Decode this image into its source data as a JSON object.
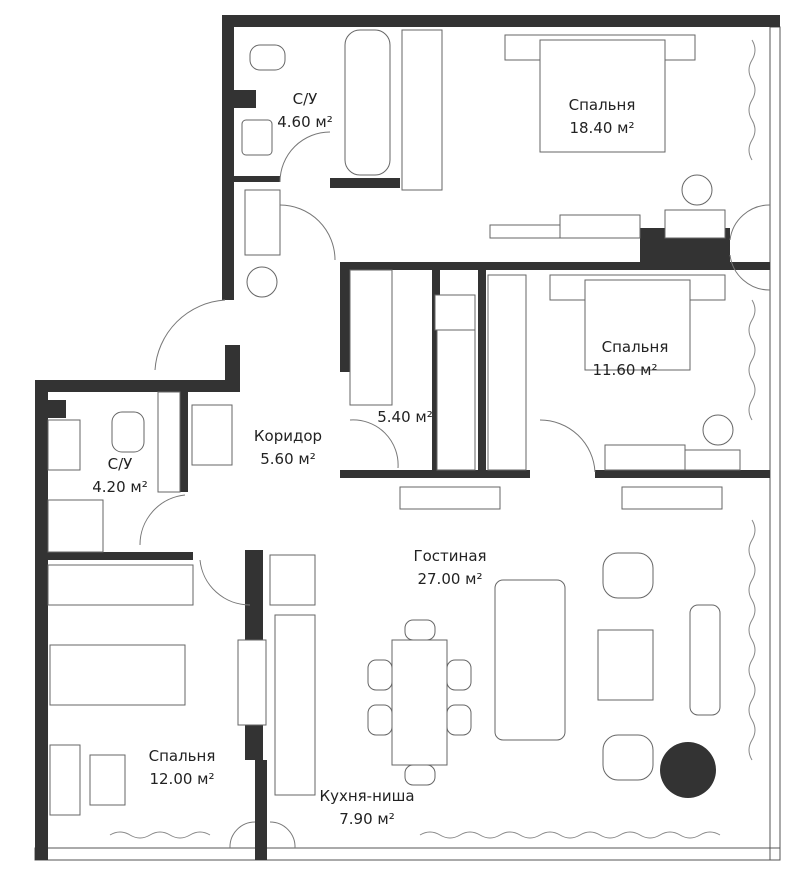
{
  "rooms": [
    {
      "id": "bath-1",
      "name": "С/У",
      "area": "4.60 м²"
    },
    {
      "id": "bedroom-1",
      "name": "Спальня",
      "area": "18.40 м²"
    },
    {
      "id": "bedroom-2",
      "name": "Спальня",
      "area": "11.60 м²"
    },
    {
      "id": "closet",
      "name": "",
      "area": "5.40 м²"
    },
    {
      "id": "corridor",
      "name": "Коридор",
      "area": "5.60 м²"
    },
    {
      "id": "bath-2",
      "name": "С/У",
      "area": "4.20 м²"
    },
    {
      "id": "living",
      "name": "Гостиная",
      "area": "27.00 м²"
    },
    {
      "id": "bedroom-3",
      "name": "Спальня",
      "area": "12.00 м²"
    },
    {
      "id": "kitchen",
      "name": "Кухня-ниша",
      "area": "7.90 м²"
    }
  ],
  "colors": {
    "wall": "#333333",
    "line": "#666666",
    "background": "#ffffff"
  }
}
